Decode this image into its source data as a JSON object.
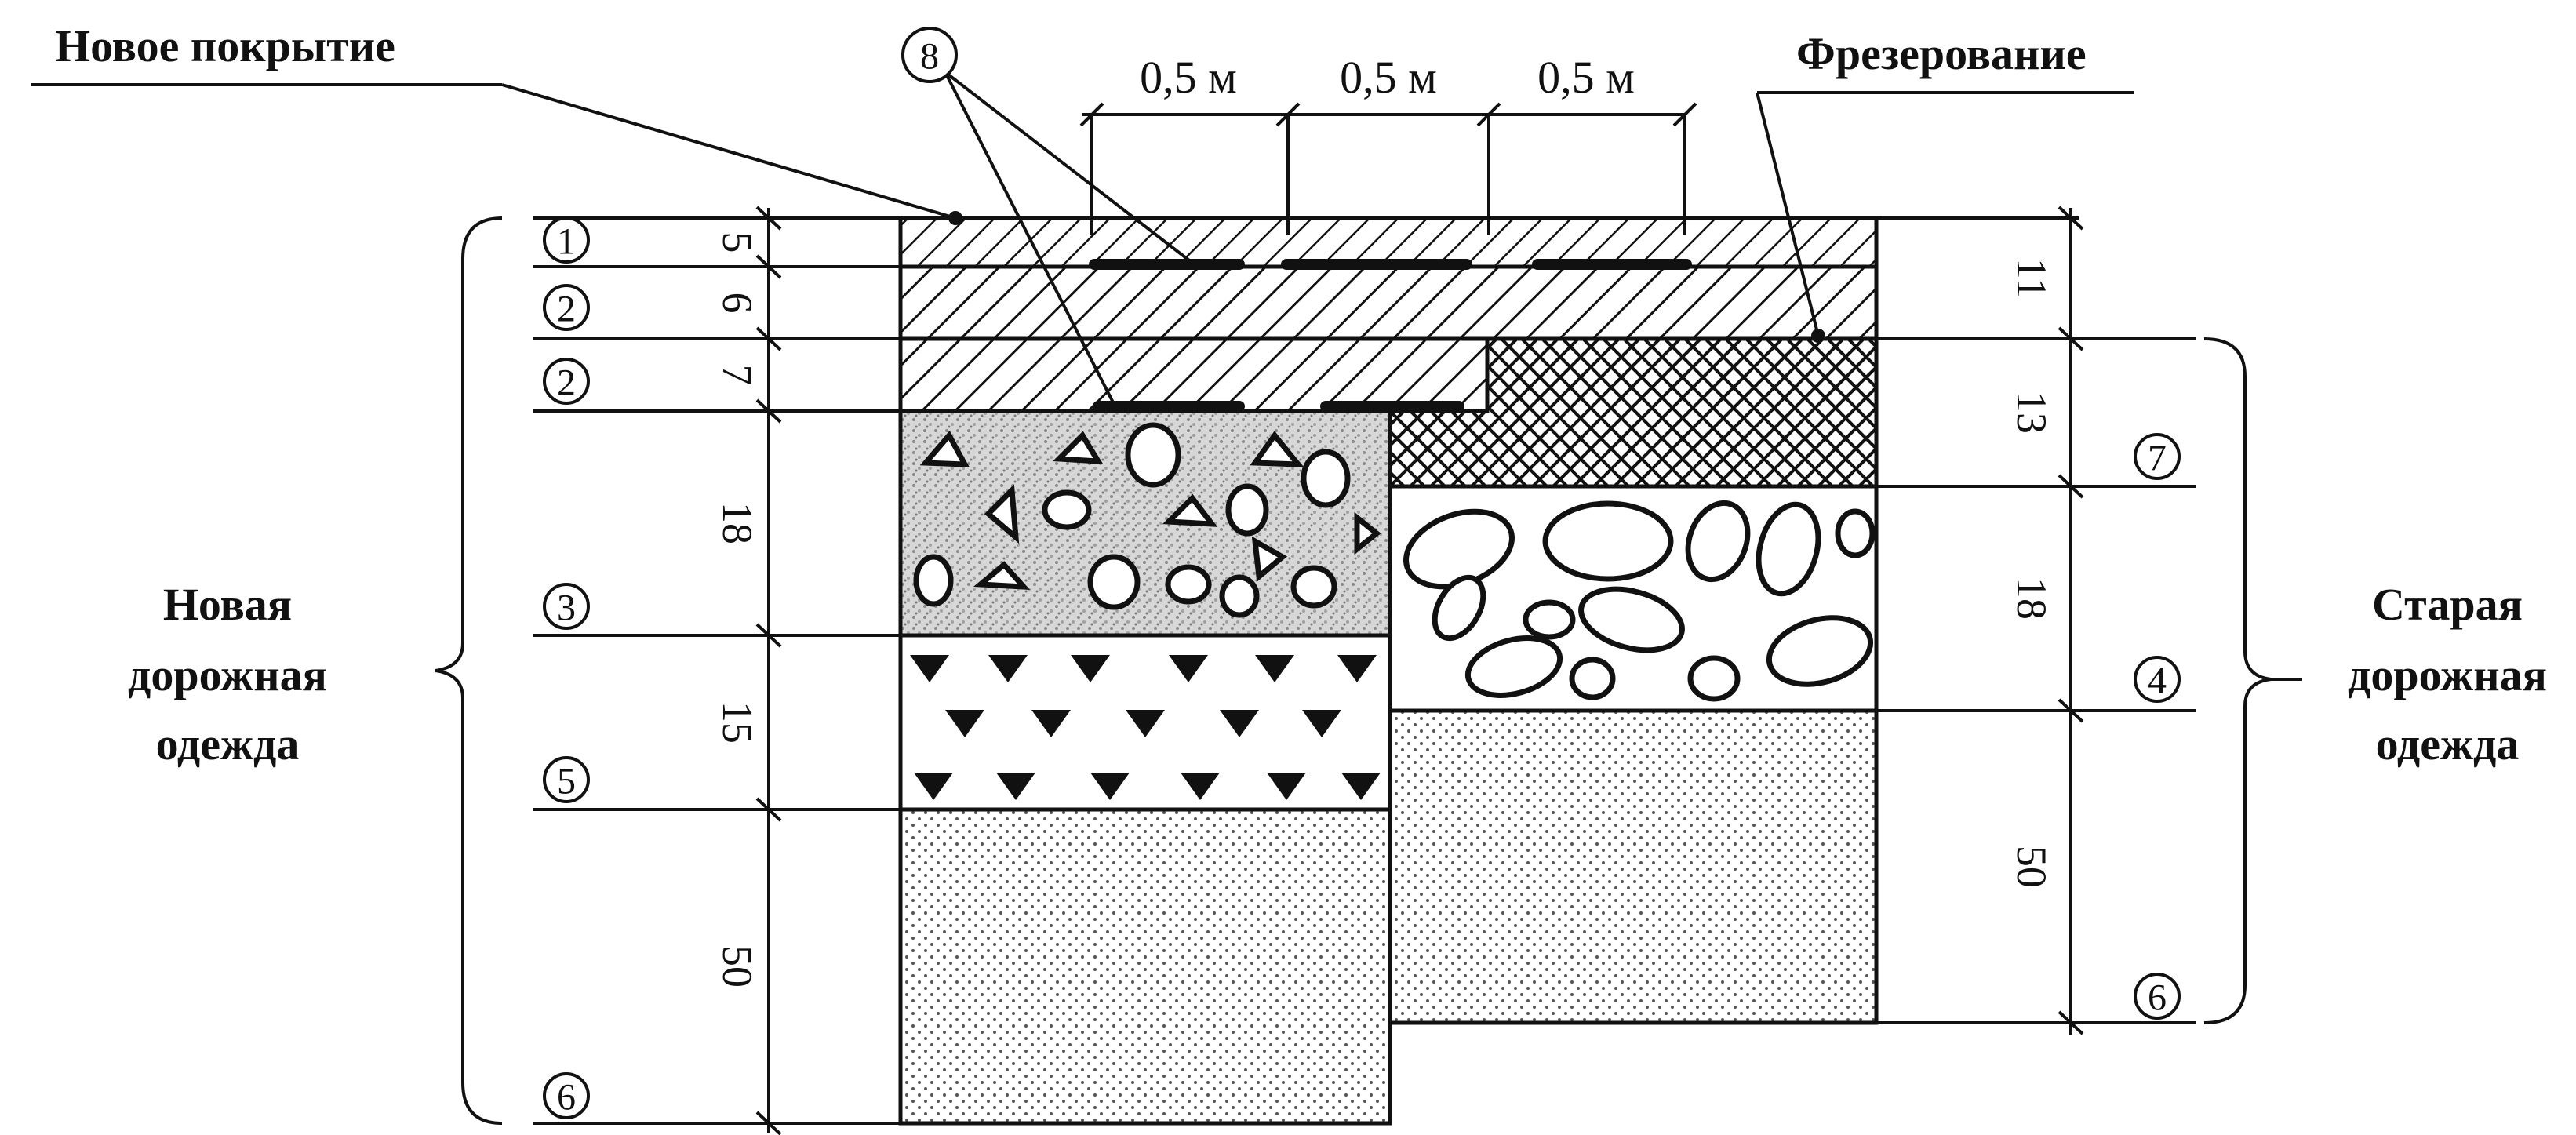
{
  "labels": {
    "new_coating": "Новое покрытие",
    "milling": "Фрезерование",
    "new_pavement": [
      "Новая",
      "дорожная",
      "одежда"
    ],
    "old_pavement": [
      "Старая",
      "дорожная",
      "одежда"
    ]
  },
  "top_dims": [
    "0,5 м",
    "0,5 м",
    "0,5 м"
  ],
  "left_thickness": [
    "5",
    "6",
    "7",
    "18",
    "15",
    "50"
  ],
  "right_thickness": [
    "11",
    "13",
    "18",
    "50"
  ],
  "left_markers": [
    "1",
    "2",
    "2",
    "3",
    "5",
    "6"
  ],
  "right_markers": [
    "7",
    "4",
    "6"
  ],
  "top_marker": "8",
  "colors": {
    "ink": "#111111",
    "sand_dot": "#555555",
    "paper": "#ffffff"
  }
}
